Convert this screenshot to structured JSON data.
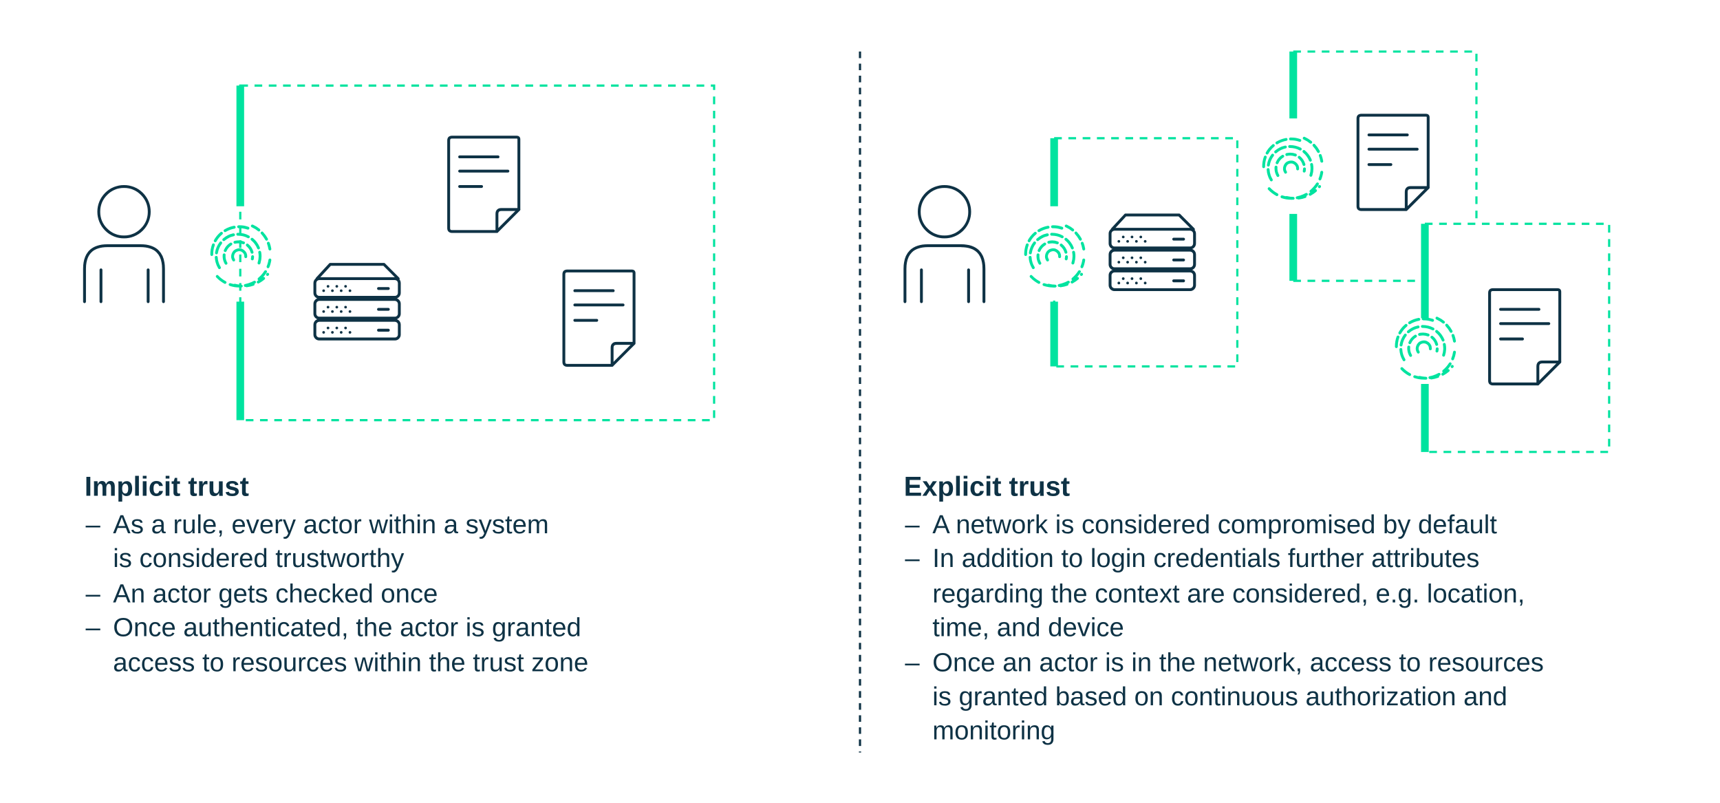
{
  "colors": {
    "accent": "#00e39f",
    "text": "#0e3245"
  },
  "implicit": {
    "title": "Implicit trust",
    "bullets": [
      "–",
      "–",
      "–"
    ],
    "lines": [
      "As a rule, every actor within a system",
      "is considered trustworthy",
      "An actor gets checked once",
      "Once authenticated, the actor is granted",
      "access to resources within the trust zone"
    ]
  },
  "explicit": {
    "title": "Explicit trust",
    "bullets": [
      "–",
      "–",
      "–"
    ],
    "lines": [
      "A network is considered compromised by default",
      "In addition to login credentials further attributes",
      "regarding the context are considered, e.g. location,",
      "time, and device",
      "Once an actor is in the network, access to resources",
      "is granted based on continuous authorization and",
      "monitoring"
    ]
  }
}
